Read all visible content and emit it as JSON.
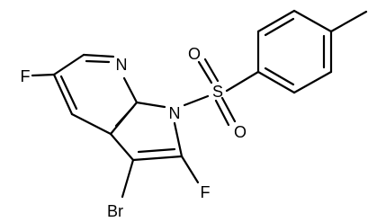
{
  "diagram": {
    "type": "chemical-structure",
    "background": "#ffffff",
    "line_color": "#000000",
    "atom_labels": {
      "f_pyridine": "F",
      "n_pyridine": "N",
      "n_pyrrole": "N",
      "s_sulfonyl": "S",
      "o_top": "O",
      "o_bottom": "O",
      "f_pyrrole": "F",
      "br": "Br"
    }
  }
}
